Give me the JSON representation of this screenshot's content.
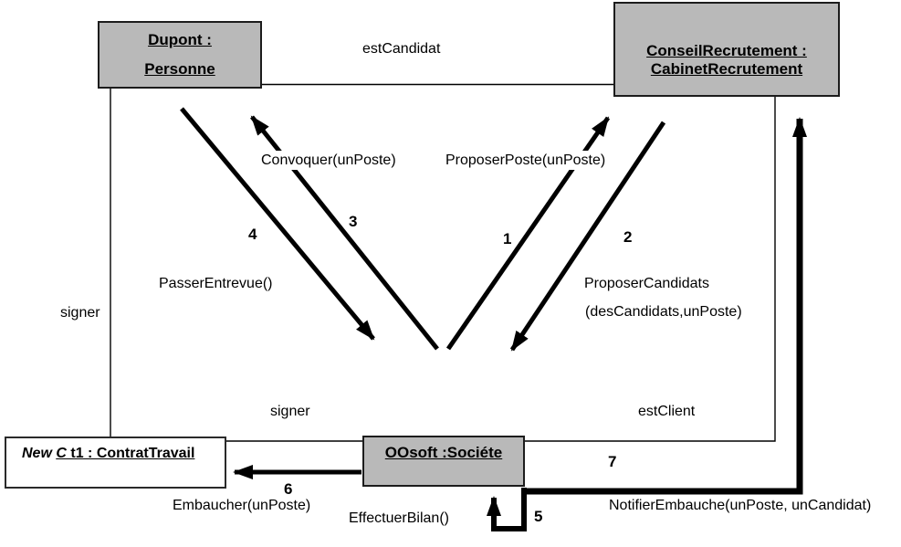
{
  "diagram": {
    "colors": {
      "background": "#ffffff",
      "box_fill": "#b9b9b9",
      "box_border": "#1c1c1c",
      "line": "#000000"
    },
    "boxes": {
      "personne": {
        "line1": "Dupont :",
        "line2": "Personne"
      },
      "cabinet": {
        "line1": "ConseilRecrutement :",
        "line2": "CabinetRecrutement"
      },
      "societe": {
        "title": "OOsoft :Sociéte"
      },
      "contrat": {
        "word_new": "New",
        "word_c": "C",
        "rest": " t1 : ContratTravail"
      }
    },
    "links": {
      "est_candidat": "estCandidat",
      "est_client": "estClient",
      "signer_left": "signer",
      "signer_bottom": "signer"
    },
    "messages": {
      "m1": {
        "num": "1",
        "label": "ProposerPoste(unPoste)"
      },
      "m2": {
        "num": "2",
        "label_line1": "ProposerCandidats",
        "label_line2": "(desCandidats,unPoste)"
      },
      "m3": {
        "num": "3",
        "label": "Convoquer(unPoste)"
      },
      "m4": {
        "num": "4",
        "label": "PasserEntrevue()"
      },
      "m5": {
        "num": "5",
        "label": "EffectuerBilan()"
      },
      "m6": {
        "num": "6",
        "label": "Embaucher(unPoste)"
      },
      "m7": {
        "num": "7",
        "label": "NotifierEmbauche(unPoste, unCandidat)"
      }
    }
  }
}
